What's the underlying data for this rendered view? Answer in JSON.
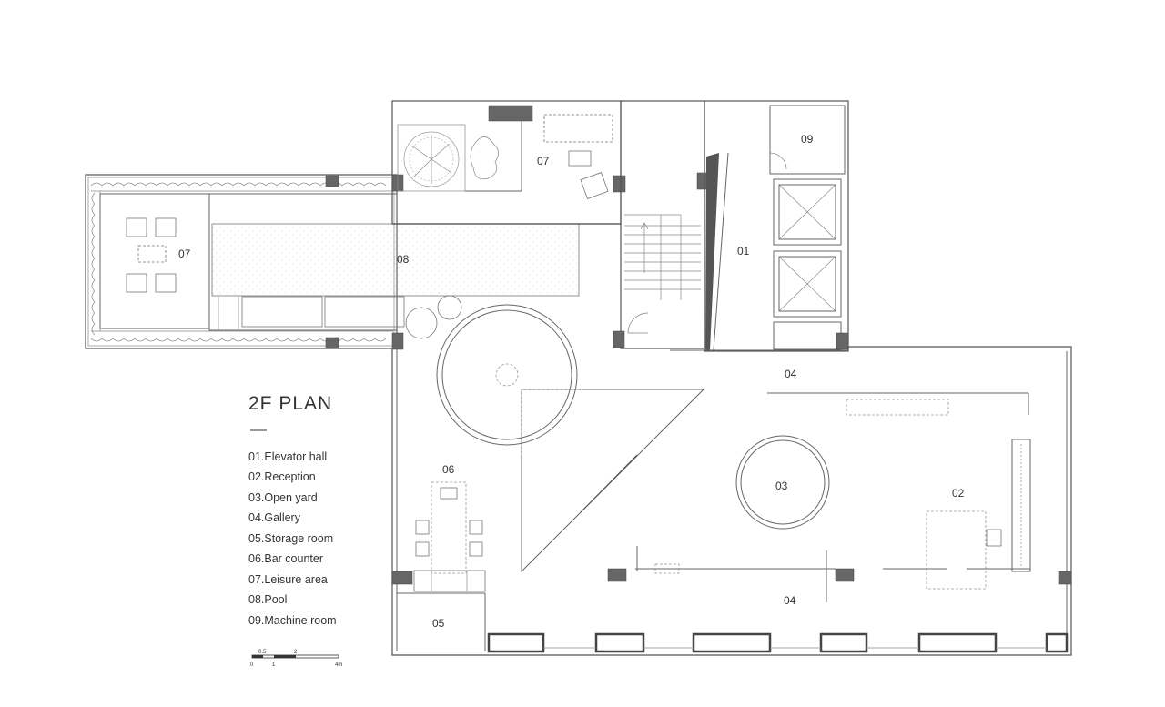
{
  "legend": {
    "title": "2F PLAN",
    "items": [
      "01.Elevator hall",
      "02.Reception",
      "03.Open yard",
      "04.Gallery",
      "05.Storage room",
      "06.Bar counter",
      "07.Leisure area",
      "08.Pool",
      "09.Machine room"
    ]
  },
  "rooms": {
    "elevator_hall": "01",
    "reception": "02",
    "open_yard": "03",
    "gallery_top": "04",
    "gallery_bottom": "04",
    "storage": "05",
    "bar": "06",
    "leisure_left": "07",
    "leisure_top": "07",
    "pool": "08",
    "machine": "09"
  },
  "scale": {
    "ticks": [
      "0",
      "0.5",
      "1",
      "2",
      "4m"
    ]
  }
}
